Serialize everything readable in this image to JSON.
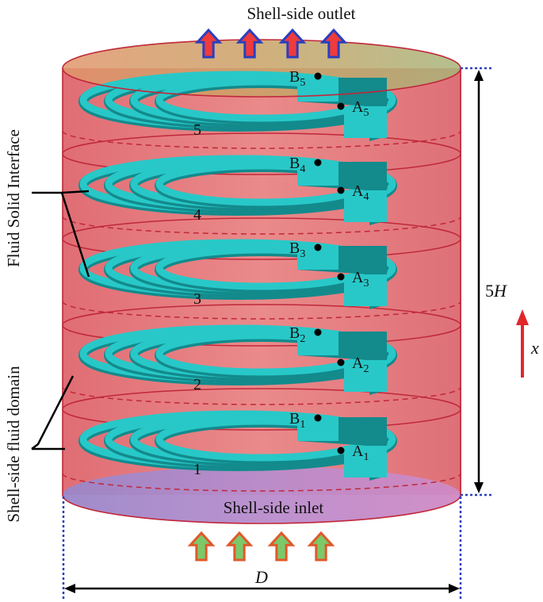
{
  "labels": {
    "outlet": "Shell-side outlet",
    "inlet": "Shell-side inlet",
    "fluid_solid_interface": "Fluid Solid Interface",
    "fluid_domain": "Shell-side fluid domain",
    "height_prefix": "5",
    "height_var": "H",
    "diameter": "D",
    "axis": "x"
  },
  "points": {
    "A": [
      "A",
      "A",
      "A",
      "A",
      "A"
    ],
    "B": [
      "B",
      "B",
      "B",
      "B",
      "B"
    ],
    "subscripts": [
      "1",
      "2",
      "3",
      "4",
      "5"
    ]
  },
  "coil_numbers": [
    "1",
    "2",
    "3",
    "4",
    "5"
  ],
  "colors": {
    "shell_fill": "#e47a7a",
    "shell_stroke": "#c0283a",
    "coil": "#28c8c8",
    "coil_dark": "#138a8c",
    "outlet_arrow_fill": "#ef3b3b",
    "outlet_arrow_stroke": "#2a3fbf",
    "inlet_arrow_fill": "#7cc96a",
    "inlet_arrow_stroke": "#e0592a",
    "axis_arrow": "#e0282a",
    "dim_dotted": "#2a3fbf"
  }
}
